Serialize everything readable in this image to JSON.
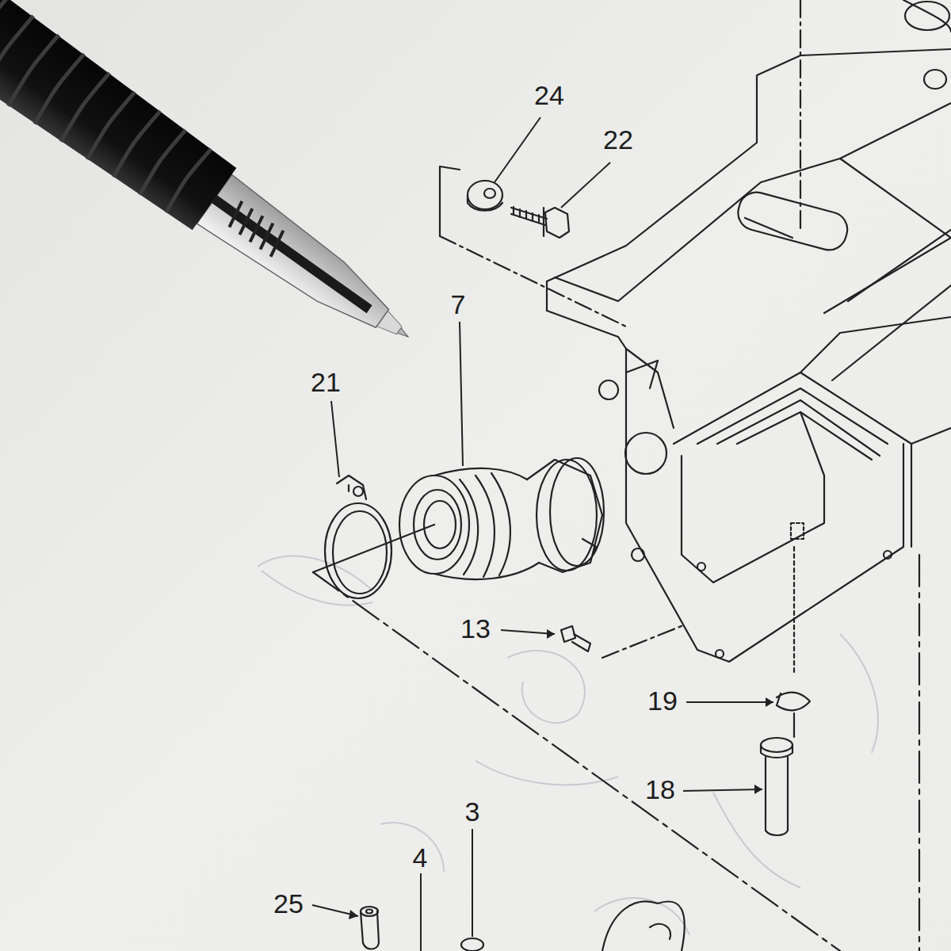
{
  "diagram": {
    "labels": [
      "24",
      "22",
      "7",
      "21",
      "13",
      "19",
      "18",
      "3",
      "4",
      "25"
    ]
  }
}
